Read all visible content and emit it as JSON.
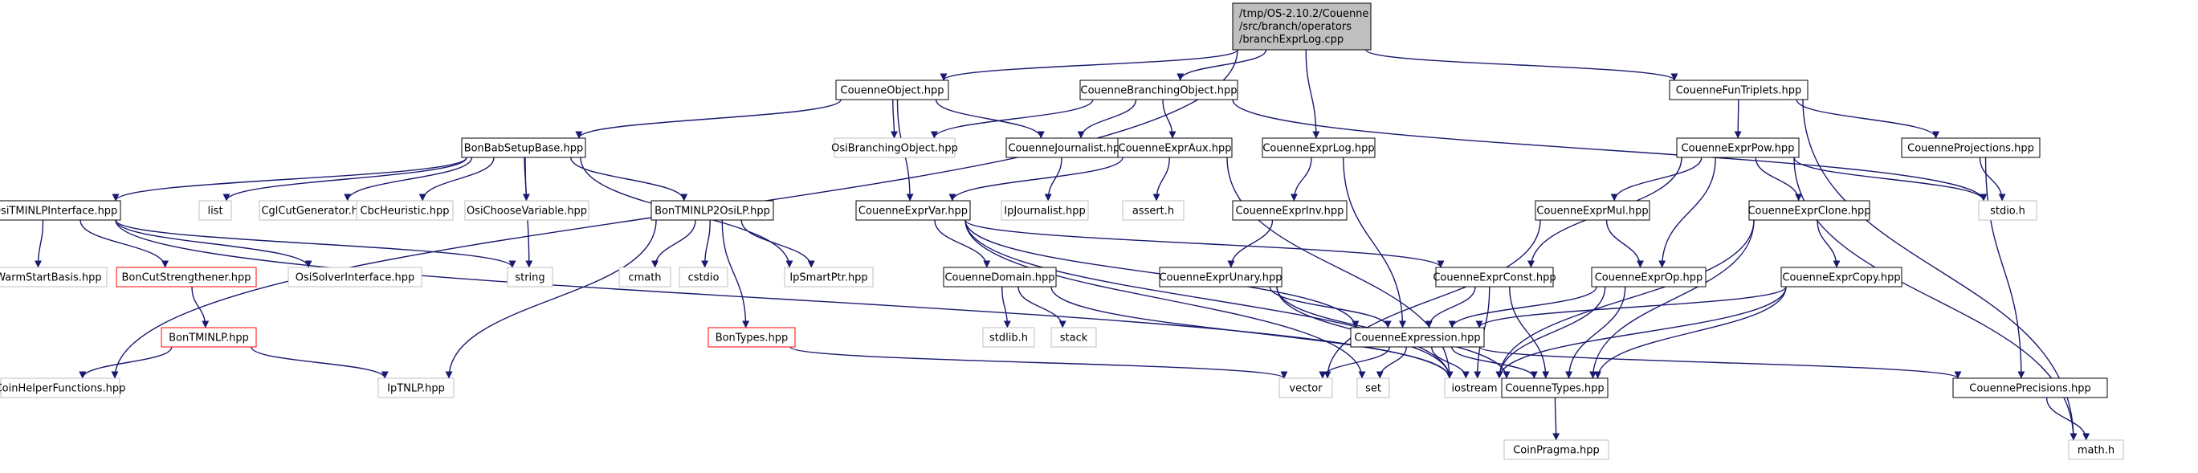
{
  "colors": {
    "edge": "#191970",
    "documented_border": "#000000",
    "undocumented_border": "#bfbfbf",
    "truncated_border": "#ff0000",
    "root_fill": "#bfbfbf"
  },
  "root": {
    "lines": [
      "/tmp/OS-2.10.2/Couenne",
      "/src/branch/operators",
      "/branchExprLog.cpp"
    ]
  },
  "nodes": [
    {
      "id": "n_coin_helper",
      "label": "CoinHelperFunctions.hpp",
      "style": "gray"
    },
    {
      "id": "n_couenne_object",
      "label": "CouenneObject.hpp",
      "style": "black"
    },
    {
      "id": "n_branching_object",
      "label": "CouenneBranchingObject.hpp",
      "style": "black"
    },
    {
      "id": "n_expr_log",
      "label": "CouenneExprLog.hpp",
      "style": "black"
    },
    {
      "id": "n_fun_triplets",
      "label": "CouenneFunTriplets.hpp",
      "style": "black"
    },
    {
      "id": "n_bon_babsetup",
      "label": "BonBabSetupBase.hpp",
      "style": "black"
    },
    {
      "id": "n_osi_branching",
      "label": "OsiBranchingObject.hpp",
      "style": "gray"
    },
    {
      "id": "n_journalist",
      "label": "CouenneJournalist.hpp",
      "style": "black"
    },
    {
      "id": "n_expr_aux",
      "label": "CouenneExprAux.hpp",
      "style": "black"
    },
    {
      "id": "n_expr_pow",
      "label": "CouenneExprPow.hpp",
      "style": "black"
    },
    {
      "id": "n_projections",
      "label": "CouenneProjections.hpp",
      "style": "black"
    },
    {
      "id": "n_bon_osi_tminlp",
      "label": "BonOsiTMINLPInterface.hpp",
      "style": "black"
    },
    {
      "id": "n_list",
      "label": "list",
      "style": "gray"
    },
    {
      "id": "n_cgl_cut",
      "label": "CglCutGenerator.hpp",
      "style": "gray"
    },
    {
      "id": "n_cbc_heuristic",
      "label": "CbcHeuristic.hpp",
      "style": "gray"
    },
    {
      "id": "n_osi_choose",
      "label": "OsiChooseVariable.hpp",
      "style": "gray"
    },
    {
      "id": "n_bon_tminlp2osilp",
      "label": "BonTMINLP2OsiLP.hpp",
      "style": "black"
    },
    {
      "id": "n_expr_var",
      "label": "CouenneExprVar.hpp",
      "style": "black"
    },
    {
      "id": "n_ip_journalist",
      "label": "IpJournalist.hpp",
      "style": "gray"
    },
    {
      "id": "n_assert",
      "label": "assert.h",
      "style": "gray"
    },
    {
      "id": "n_expr_inv",
      "label": "CouenneExprInv.hpp",
      "style": "black"
    },
    {
      "id": "n_expr_mul",
      "label": "CouenneExprMul.hpp",
      "style": "black"
    },
    {
      "id": "n_expr_clone",
      "label": "CouenneExprClone.hpp",
      "style": "black"
    },
    {
      "id": "n_stdio",
      "label": "stdio.h",
      "style": "gray"
    },
    {
      "id": "n_coin_warm",
      "label": "CoinWarmStartBasis.hpp",
      "style": "gray"
    },
    {
      "id": "n_bon_cut_strength",
      "label": "BonCutStrengthener.hpp",
      "style": "red"
    },
    {
      "id": "n_osi_solver",
      "label": "OsiSolverInterface.hpp",
      "style": "gray"
    },
    {
      "id": "n_string",
      "label": "string",
      "style": "gray"
    },
    {
      "id": "n_cmath",
      "label": "cmath",
      "style": "gray"
    },
    {
      "id": "n_cstdio",
      "label": "cstdio",
      "style": "gray"
    },
    {
      "id": "n_ip_smartptr",
      "label": "IpSmartPtr.hpp",
      "style": "gray"
    },
    {
      "id": "n_domain",
      "label": "CouenneDomain.hpp",
      "style": "black"
    },
    {
      "id": "n_expr_unary",
      "label": "CouenneExprUnary.hpp",
      "style": "black"
    },
    {
      "id": "n_expr_const",
      "label": "CouenneExprConst.hpp",
      "style": "black"
    },
    {
      "id": "n_expr_op",
      "label": "CouenneExprOp.hpp",
      "style": "black"
    },
    {
      "id": "n_expr_copy",
      "label": "CouenneExprCopy.hpp",
      "style": "black"
    },
    {
      "id": "n_bon_tminlp",
      "label": "BonTMINLP.hpp",
      "style": "red"
    },
    {
      "id": "n_bon_types",
      "label": "BonTypes.hpp",
      "style": "red"
    },
    {
      "id": "n_stdlib",
      "label": "stdlib.h",
      "style": "gray"
    },
    {
      "id": "n_stack",
      "label": "stack",
      "style": "gray"
    },
    {
      "id": "n_expression",
      "label": "CouenneExpression.hpp",
      "style": "black"
    },
    {
      "id": "n_ip_tnlp",
      "label": "IpTNLP.hpp",
      "style": "gray"
    },
    {
      "id": "n_vector",
      "label": "vector",
      "style": "gray"
    },
    {
      "id": "n_set",
      "label": "set",
      "style": "gray"
    },
    {
      "id": "n_iostream",
      "label": "iostream",
      "style": "gray"
    },
    {
      "id": "n_couenne_types",
      "label": "CouenneTypes.hpp",
      "style": "black"
    },
    {
      "id": "n_precisions",
      "label": "CouennePrecisions.hpp",
      "style": "black"
    },
    {
      "id": "n_math",
      "label": "math.h",
      "style": "gray"
    },
    {
      "id": "n_coin_pragma",
      "label": "CoinPragma.hpp",
      "style": "gray"
    }
  ],
  "edges": [
    [
      "root",
      "n_coin_helper"
    ],
    [
      "root",
      "n_couenne_object"
    ],
    [
      "root",
      "n_branching_object"
    ],
    [
      "root",
      "n_expr_log"
    ],
    [
      "root",
      "n_fun_triplets"
    ],
    [
      "n_couenne_object",
      "n_bon_babsetup"
    ],
    [
      "n_couenne_object",
      "n_osi_branching"
    ],
    [
      "n_couenne_object",
      "n_journalist"
    ],
    [
      "n_couenne_object",
      "n_expr_var"
    ],
    [
      "n_branching_object",
      "n_osi_branching"
    ],
    [
      "n_branching_object",
      "n_journalist"
    ],
    [
      "n_branching_object",
      "n_expr_aux"
    ],
    [
      "n_branching_object",
      "n_stdio"
    ],
    [
      "n_fun_triplets",
      "n_expr_pow"
    ],
    [
      "n_fun_triplets",
      "n_math"
    ],
    [
      "n_fun_triplets",
      "n_projections"
    ],
    [
      "n_bon_babsetup",
      "n_bon_osi_tminlp"
    ],
    [
      "n_bon_babsetup",
      "n_list"
    ],
    [
      "n_bon_babsetup",
      "n_cgl_cut"
    ],
    [
      "n_bon_babsetup",
      "n_cbc_heuristic"
    ],
    [
      "n_bon_babsetup",
      "n_osi_choose"
    ],
    [
      "n_bon_babsetup",
      "n_bon_tminlp2osilp"
    ],
    [
      "n_bon_babsetup",
      "n_string"
    ],
    [
      "n_bon_babsetup",
      "n_ip_smartptr"
    ],
    [
      "n_journalist",
      "n_ip_journalist"
    ],
    [
      "n_expr_aux",
      "n_expr_var"
    ],
    [
      "n_expr_aux",
      "n_assert"
    ],
    [
      "n_expr_aux",
      "n_iostream"
    ],
    [
      "n_expr_log",
      "n_expr_inv"
    ],
    [
      "n_expr_log",
      "n_expression"
    ],
    [
      "n_expr_pow",
      "n_expr_mul"
    ],
    [
      "n_expr_pow",
      "n_expr_clone"
    ],
    [
      "n_expr_pow",
      "n_stdio"
    ],
    [
      "n_expr_pow",
      "n_expr_const"
    ],
    [
      "n_expr_pow",
      "n_expr_op"
    ],
    [
      "n_expr_pow",
      "n_math"
    ],
    [
      "n_projections",
      "n_stdio"
    ],
    [
      "n_projections",
      "n_precisions"
    ],
    [
      "n_bon_osi_tminlp",
      "n_coin_warm"
    ],
    [
      "n_bon_osi_tminlp",
      "n_bon_cut_strength"
    ],
    [
      "n_bon_osi_tminlp",
      "n_osi_solver"
    ],
    [
      "n_bon_osi_tminlp",
      "n_string"
    ],
    [
      "n_bon_osi_tminlp",
      "n_iostream"
    ],
    [
      "n_bon_tminlp2osilp",
      "n_cmath"
    ],
    [
      "n_bon_tminlp2osilp",
      "n_cstdio"
    ],
    [
      "n_bon_tminlp2osilp",
      "n_ip_smartptr"
    ],
    [
      "n_bon_tminlp2osilp",
      "n_bon_types"
    ],
    [
      "n_bon_tminlp2osilp",
      "n_ip_tnlp"
    ],
    [
      "n_expr_var",
      "n_domain"
    ],
    [
      "n_expr_var",
      "n_expr_const"
    ],
    [
      "n_expr_var",
      "n_expression"
    ],
    [
      "n_expr_var",
      "n_iostream"
    ],
    [
      "n_expr_var",
      "n_set"
    ],
    [
      "n_expr_inv",
      "n_expr_unary"
    ],
    [
      "n_expr_mul",
      "n_expr_op"
    ],
    [
      "n_expr_mul",
      "n_vector"
    ],
    [
      "n_expr_clone",
      "n_expr_copy"
    ],
    [
      "n_expr_clone",
      "n_iostream"
    ],
    [
      "n_expr_clone",
      "n_couenne_types"
    ],
    [
      "n_bon_cut_strength",
      "n_bon_tminlp"
    ],
    [
      "n_bon_tminlp",
      "n_coin_helper"
    ],
    [
      "n_bon_tminlp",
      "n_ip_tnlp"
    ],
    [
      "n_bon_types",
      "n_vector"
    ],
    [
      "n_domain",
      "n_stdlib"
    ],
    [
      "n_domain",
      "n_stack"
    ],
    [
      "n_domain",
      "n_iostream"
    ],
    [
      "n_expr_unary",
      "n_expression"
    ],
    [
      "n_expr_unary",
      "n_iostream"
    ],
    [
      "n_expr_unary",
      "n_couenne_types"
    ],
    [
      "n_expr_const",
      "n_expression"
    ],
    [
      "n_expr_const",
      "n_iostream"
    ],
    [
      "n_expr_const",
      "n_couenne_types"
    ],
    [
      "n_expr_op",
      "n_expression"
    ],
    [
      "n_expr_op",
      "n_iostream"
    ],
    [
      "n_expr_op",
      "n_couenne_types"
    ],
    [
      "n_expr_copy",
      "n_expression"
    ],
    [
      "n_expr_copy",
      "n_iostream"
    ],
    [
      "n_expr_copy",
      "n_couenne_types"
    ],
    [
      "n_expression",
      "n_vector"
    ],
    [
      "n_expression",
      "n_set"
    ],
    [
      "n_expression",
      "n_iostream"
    ],
    [
      "n_expression",
      "n_couenne_types"
    ],
    [
      "n_expression",
      "n_precisions"
    ],
    [
      "n_couenne_types",
      "n_coin_pragma"
    ],
    [
      "n_precisions",
      "n_math"
    ]
  ]
}
